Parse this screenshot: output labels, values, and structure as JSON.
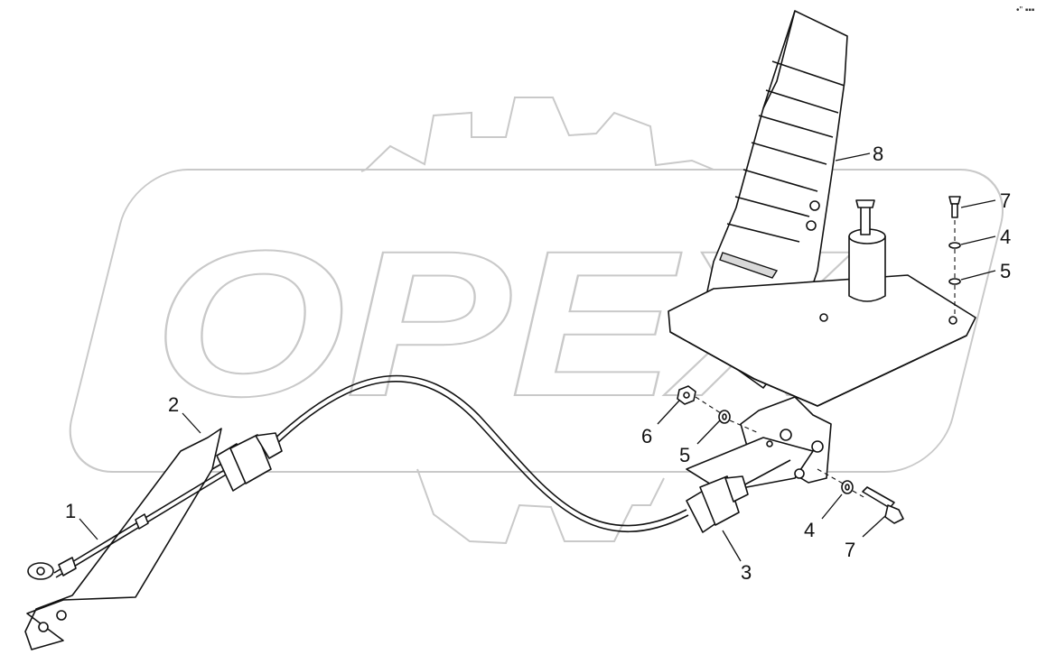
{
  "watermark": {
    "text": "OPEX"
  },
  "corner_mark": {
    "text": "•\" ▪▪▪"
  },
  "callouts": [
    {
      "id": "c1",
      "label": "1"
    },
    {
      "id": "c2",
      "label": "2"
    },
    {
      "id": "c3",
      "label": "3"
    },
    {
      "id": "c4a",
      "label": "4"
    },
    {
      "id": "c4b",
      "label": "4"
    },
    {
      "id": "c5a",
      "label": "5"
    },
    {
      "id": "c5b",
      "label": "5"
    },
    {
      "id": "c6",
      "label": "6"
    },
    {
      "id": "c7a",
      "label": "7"
    },
    {
      "id": "c7b",
      "label": "7"
    },
    {
      "id": "c8",
      "label": "8"
    }
  ]
}
